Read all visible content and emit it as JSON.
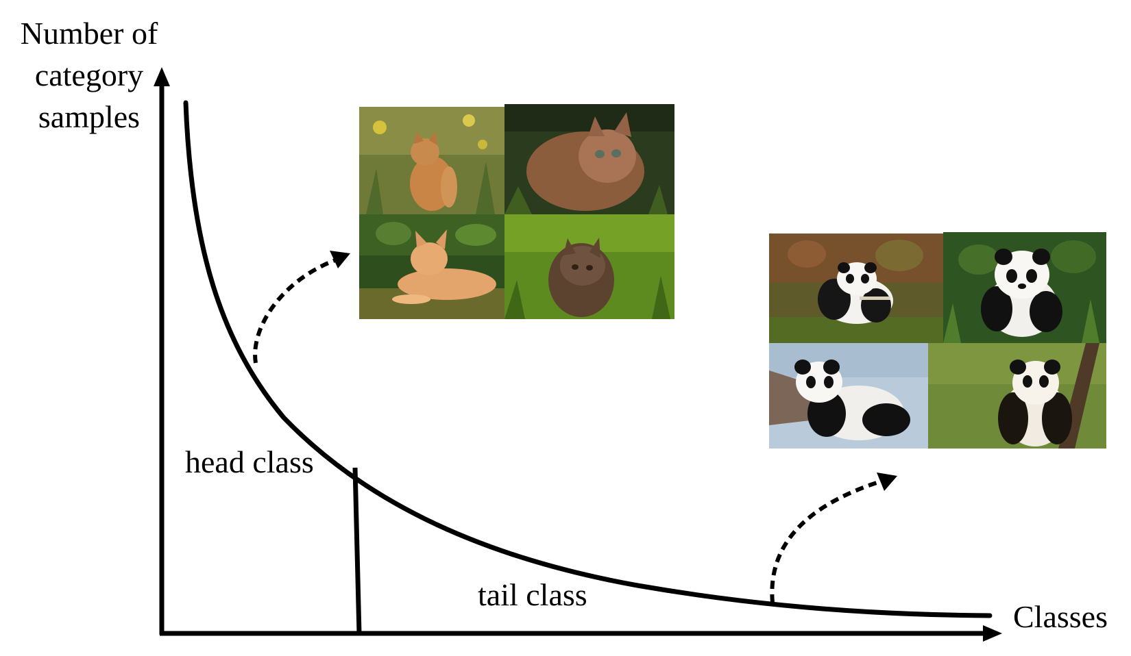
{
  "labels": {
    "y_axis": [
      "Number of",
      "category",
      "samples"
    ],
    "x_axis": "Classes",
    "head_class": "head class",
    "tail_class": "tail class"
  },
  "images": {
    "head_examples": [
      "cat",
      "kitten",
      "cat",
      "kitten"
    ],
    "tail_examples": [
      "panda",
      "panda",
      "panda",
      "panda"
    ]
  },
  "colors": {
    "line": "#000000",
    "background": "#ffffff"
  }
}
